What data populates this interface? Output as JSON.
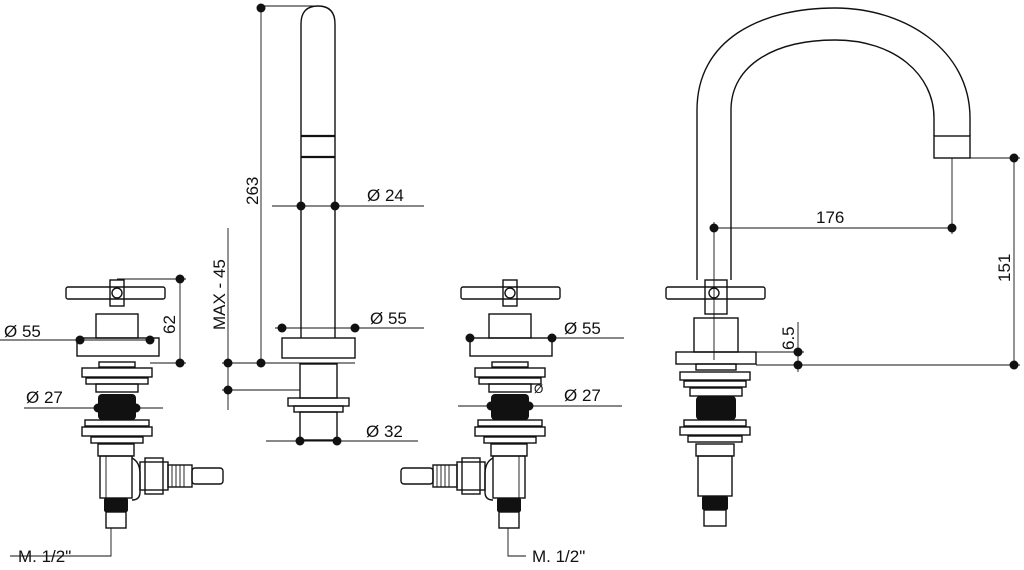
{
  "dimensions": {
    "left_valve": {
      "flange_diameter": "Ø 55",
      "height": "62",
      "stem_diameter": "Ø 27",
      "thread": "M. 1/2\""
    },
    "spout_side": {
      "height": "263",
      "max_deck": "MAX - 45",
      "tube_diameter": "Ø 24",
      "base_diameter": "Ø 55",
      "shank_diameter": "Ø 32"
    },
    "middle_valve": {
      "flange_diameter": "Ø 55",
      "stem_diameter": "Ø 27",
      "small_mark": "Ø",
      "thread": "M. 1/2\""
    },
    "gooseneck": {
      "reach": "176",
      "height": "151",
      "base_height": "6.5"
    }
  },
  "colors": {
    "line": "#111111",
    "background": "#ffffff"
  }
}
